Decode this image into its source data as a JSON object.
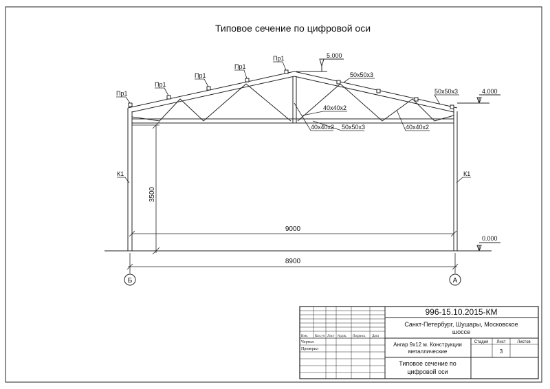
{
  "drawing": {
    "title": "Типовое сечение по цифровой оси",
    "elevations": {
      "ridge": "5.000",
      "eave": "4.000",
      "ground": "0.000"
    },
    "purlin_label": "Пр1",
    "column_label": "К1",
    "members": {
      "top_chord_left": "50x50x3",
      "top_chord_right": "50x50x3",
      "diagonal": "40x40x2",
      "bottom_left_web": "40x40x2",
      "bottom_chord": "50x50x3",
      "bottom_right_web": "40x40x2"
    },
    "dimensions": {
      "height": "3500",
      "inner_span": "9000",
      "axis_span": "8900"
    },
    "axes": {
      "left": "Б",
      "right": "А"
    }
  },
  "title_block": {
    "code": "996-15.10.2015-КМ",
    "address": [
      "Санкт-Петербург, Шушары, Московское",
      "шоссе"
    ],
    "object": [
      "Ангар 9x12 м. Конструкции",
      "металлические"
    ],
    "sheet_title": [
      "Типовое сечение по",
      "цифровой оси"
    ],
    "col_headers": [
      "Изм.",
      "Кол.уч",
      "Лист",
      "№док.",
      "Подпись",
      "Дата"
    ],
    "role_drawn": "Чертил",
    "role_checked": "Проверил",
    "stage_header": "Стадия",
    "sheet_header": "Лист",
    "sheets_header": "Листов",
    "sheet_number": "3"
  }
}
